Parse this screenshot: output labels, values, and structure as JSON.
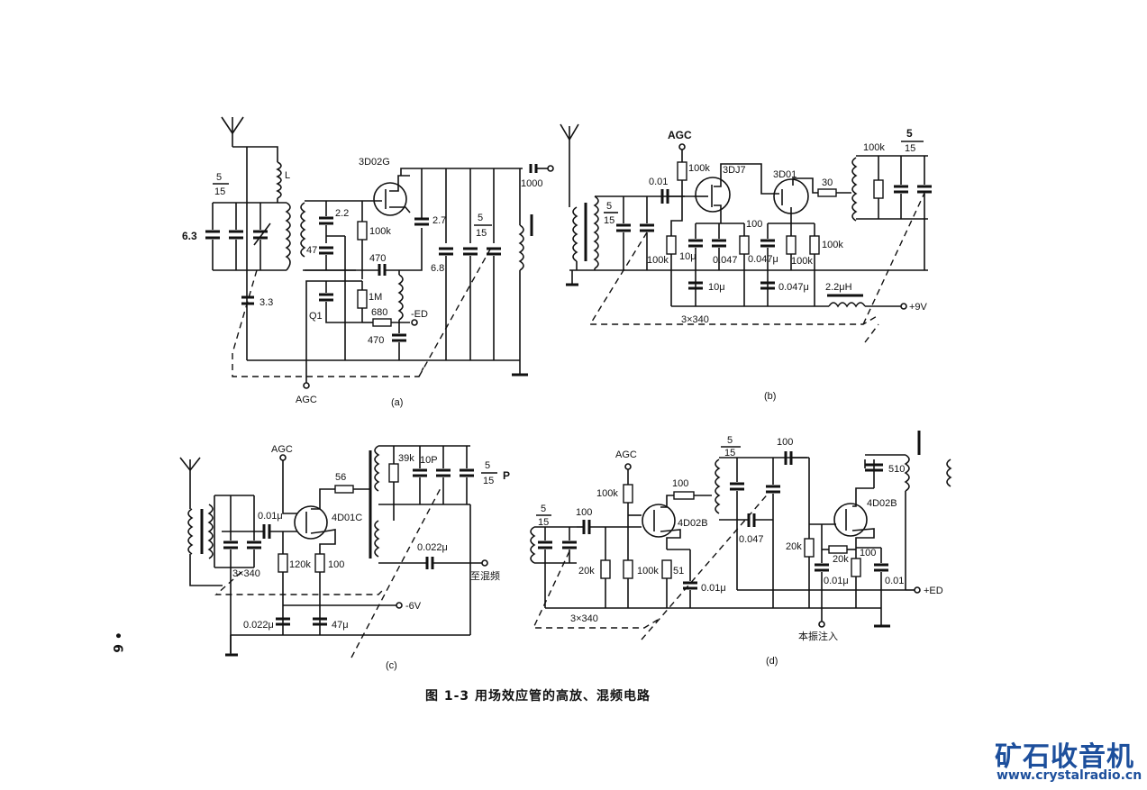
{
  "figure": {
    "caption": "图 1-3   用场效应管的高放、混频电路",
    "page_mark": "• 6"
  },
  "watermark": {
    "title": "矿石收音机",
    "url": "www.crystalradio.cn",
    "color": "#1d4f9c"
  },
  "circuits": {
    "a": {
      "sublabel": "(a)",
      "transistor": "3D02G",
      "labels": [
        "L",
        "5",
        "15",
        "6.3",
        "3.3",
        "2.2",
        "47",
        "100k",
        "470",
        "1M",
        "Q1",
        "680",
        "-ED",
        "470",
        "2.7",
        "6.8",
        "5",
        "15",
        "1000",
        "AGC"
      ]
    },
    "b": {
      "sublabel": "(b)",
      "transistors": [
        "3DJ7",
        "3D01"
      ],
      "labels": [
        "AGC",
        "100k",
        "0.01",
        "5",
        "15",
        "100k",
        "10μ",
        "0.047",
        "100",
        "0.047μ",
        "100k",
        "100k",
        "10μ",
        "0.047μ",
        "2.2μH",
        "+9V",
        "3×340",
        "30",
        "100k",
        "5",
        "15"
      ]
    },
    "c": {
      "sublabel": "(c)",
      "transistor": "4D01C",
      "labels": [
        "AGC",
        "0.01μ",
        "56",
        "39k",
        "10P",
        "5",
        "15",
        "P",
        "3×340",
        "120k",
        "100",
        "0.022μ",
        "至混频",
        "-6V",
        "0.022μ",
        "47μ"
      ]
    },
    "d": {
      "sublabel": "(d)",
      "transistors": [
        "4D02B",
        "4D02B"
      ],
      "labels": [
        "5",
        "15",
        "100",
        "AGC",
        "100k",
        "100",
        "5",
        "15",
        "100",
        "510",
        "20k",
        "100k",
        "51",
        "0.01μ",
        "0.047",
        "20k",
        "20k",
        "100",
        "0.01μ",
        "0.01",
        "+ED",
        "3×340",
        "本振注入"
      ]
    }
  }
}
